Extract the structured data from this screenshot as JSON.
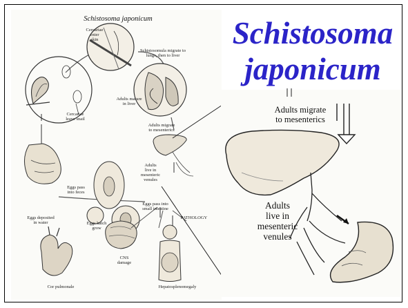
{
  "slide": {
    "title_line1": "Schistosoma",
    "title_line2": "japonicum",
    "title_color": "#2b24c8"
  },
  "lifecycle": {
    "title": "Schistosoma japonicum",
    "labels": {
      "cercariae_enter": "Cercariae\nenter\nskin",
      "migrate_lungs": "Schistosomula migrate to\nlungs, then to liver",
      "cercariae_leave": "Cercariae\nleave snail",
      "adults_mature": "Adults mature\nin liver",
      "adults_migrate": "Adults migrate\nto mesenterics",
      "adults_live": "Adults\nlive in\nmesenteric\nvenules",
      "eggs_pass_feces": "Eggs pass\ninto feces",
      "eggs_deposited": "Eggs deposited\nin water",
      "eggs_pass_intestine": "Eggs pass into\nsmall intestine",
      "eggs_hatch": "Eggs hatch\ngrow",
      "pathology": "PATHOLOGY",
      "cor_pulmonale": "Cor pulmonale",
      "cns_damage": "CNS\ndamage",
      "hepatosplenomegaly": "Hepatosplenomegaly"
    }
  },
  "zoom": {
    "adults_migrate": "Adults migrate\nto mesenterics",
    "adults_live": "Adults\nlive in\nmesenteric\nvenules"
  }
}
